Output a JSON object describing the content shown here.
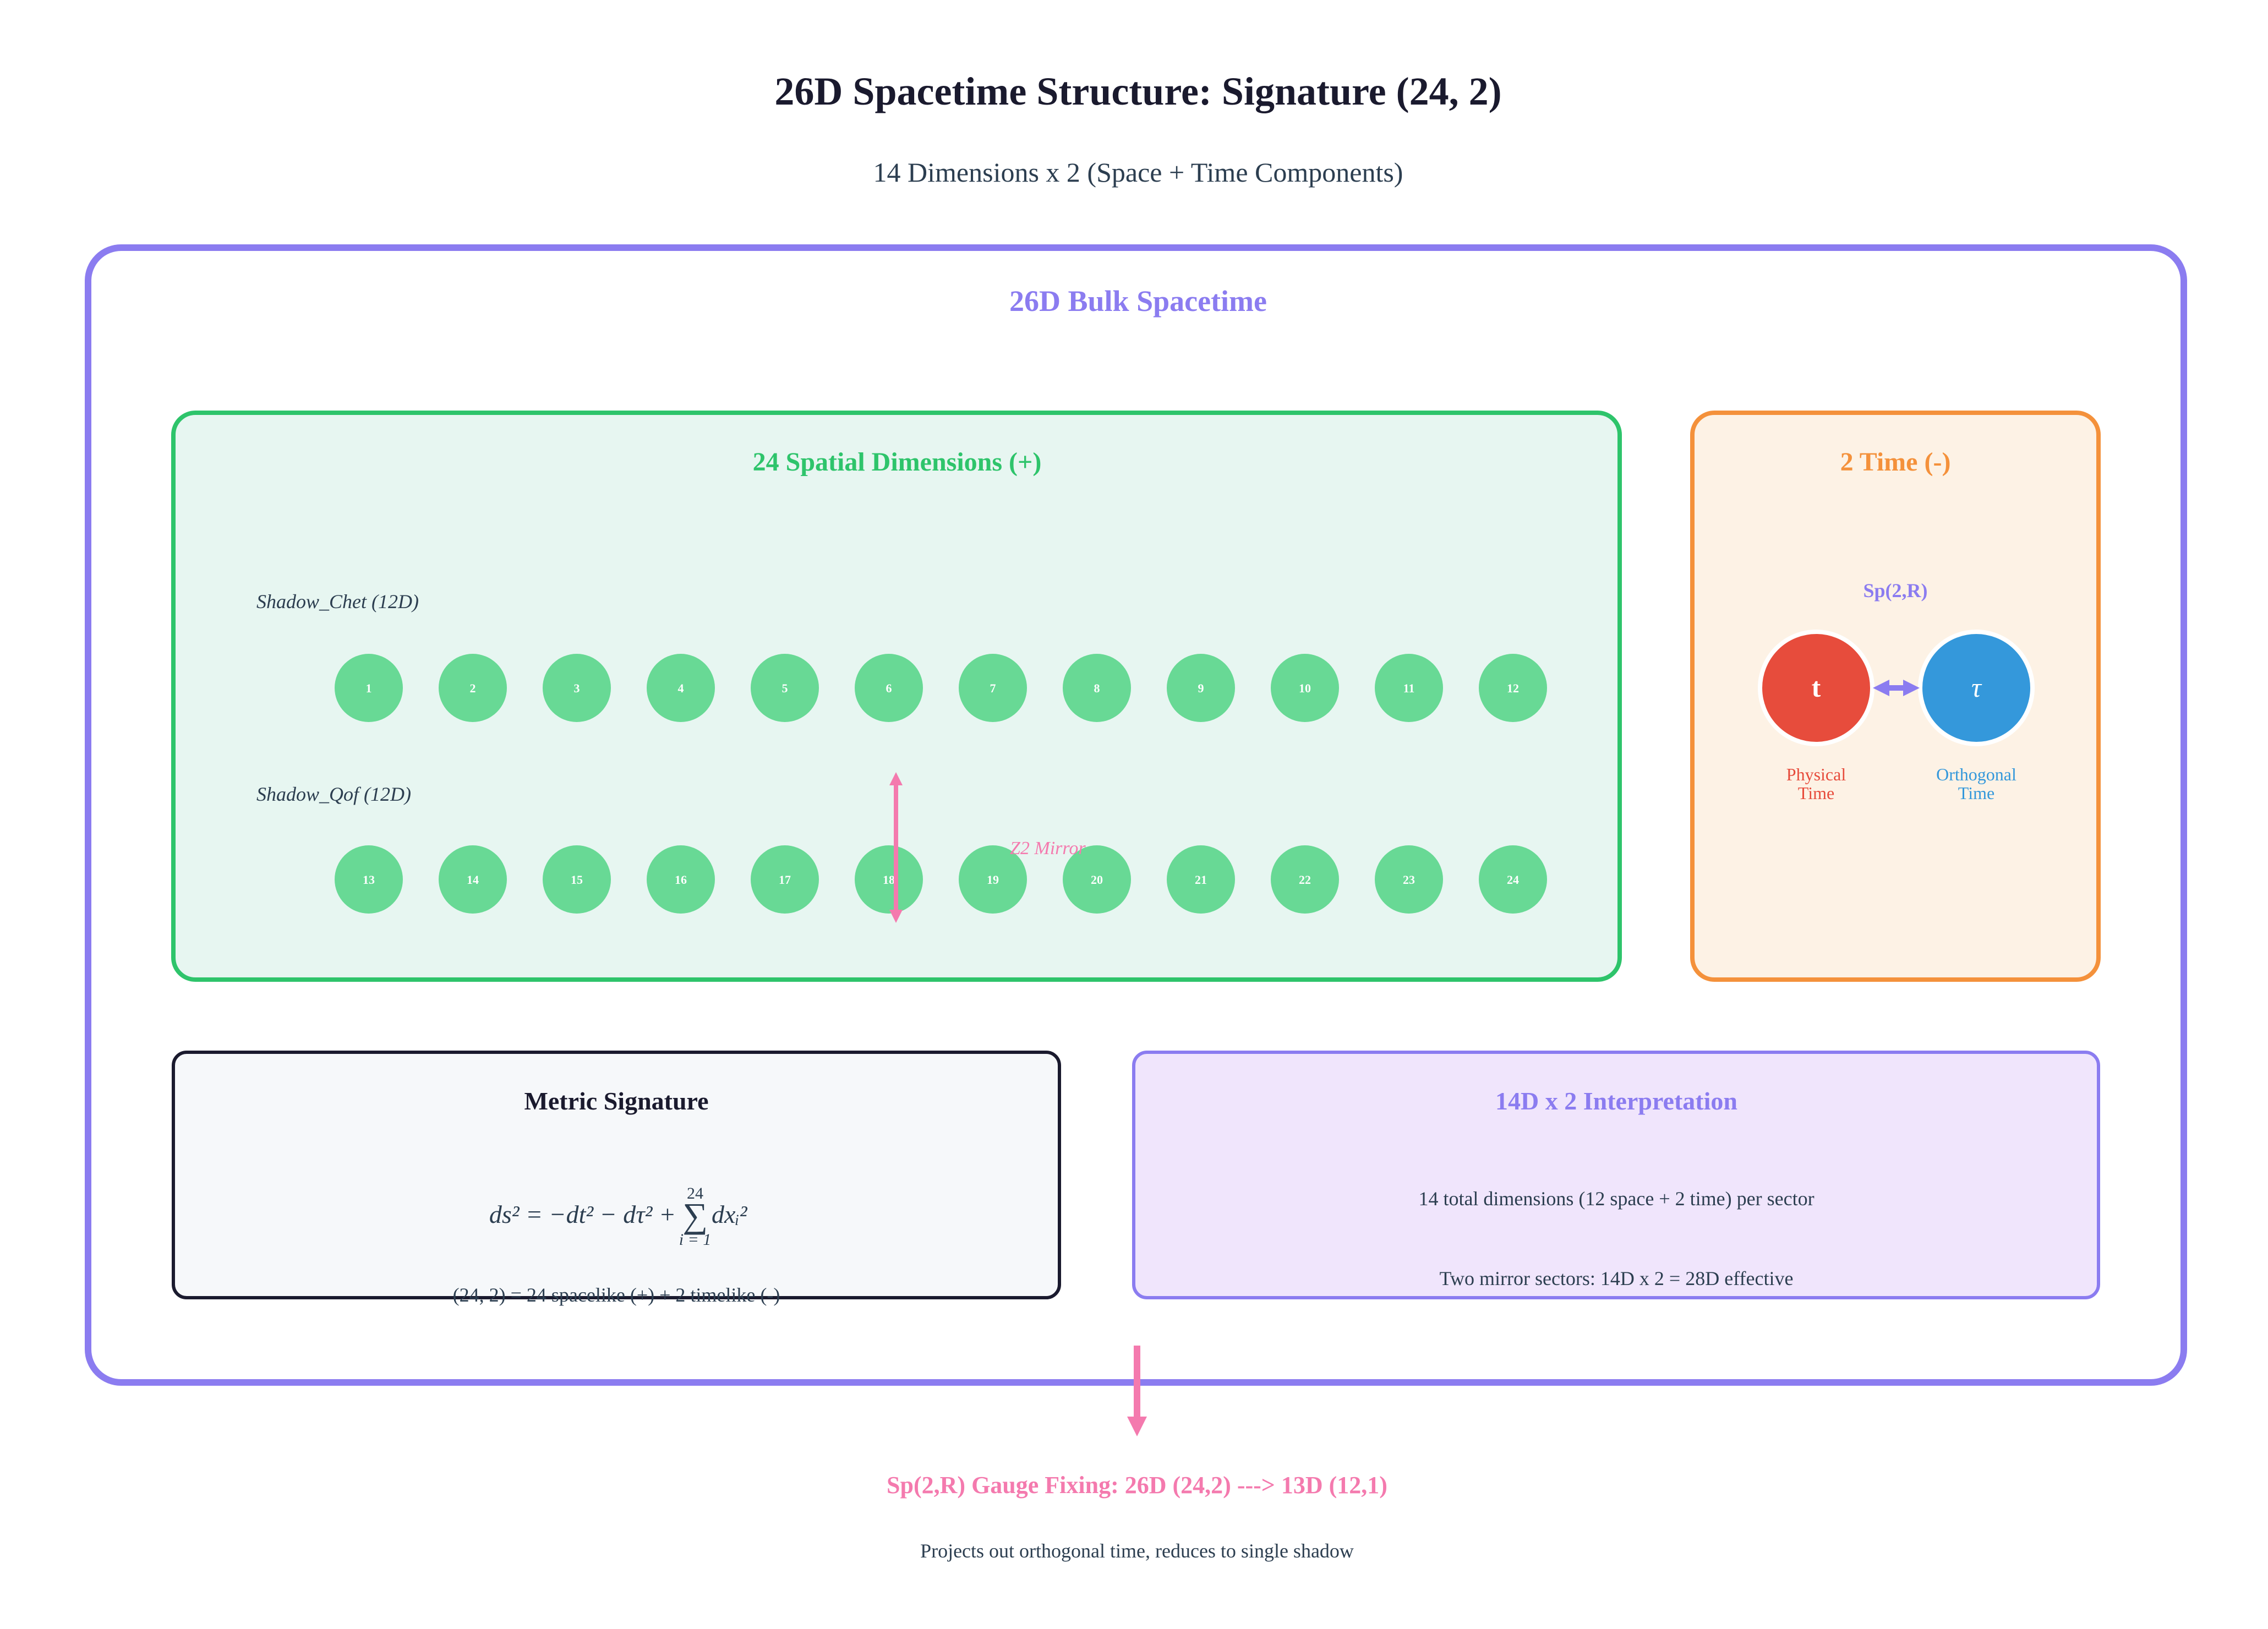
{
  "header": {
    "title": "26D Spacetime Structure: Signature (24, 2)",
    "subtitle": "14 Dimensions x 2 (Space + Time Components)"
  },
  "bulk": {
    "label": "26D Bulk Spacetime",
    "color": "#8b7cf0"
  },
  "spatial": {
    "title": "24 Spatial Dimensions (+)",
    "color": "#2ec46b",
    "fill": "#e7f6f1",
    "node_color": "#68d995",
    "rows": [
      {
        "label": "Shadow_Chet (12D)",
        "nodes": [
          "1",
          "2",
          "3",
          "4",
          "5",
          "6",
          "7",
          "8",
          "9",
          "10",
          "11",
          "12"
        ]
      },
      {
        "label": "Shadow_Qof (12D)",
        "nodes": [
          "13",
          "14",
          "15",
          "16",
          "17",
          "18",
          "19",
          "20",
          "21",
          "22",
          "23",
          "24"
        ]
      }
    ],
    "mirror_label": "Z2 Mirror",
    "mirror_color": "#f47aae"
  },
  "time": {
    "title": "2 Time (-)",
    "color": "#f4913b",
    "fill": "#fdf2e5",
    "group_label": "Sp(2,R)",
    "nodes": [
      {
        "symbol": "t",
        "label_line1": "Physical",
        "label_line2": "Time",
        "color": "#e74c3c"
      },
      {
        "symbol": "τ",
        "label_line1": "Orthogonal",
        "label_line2": "Time",
        "color": "#3498db"
      }
    ]
  },
  "metric": {
    "title": "Metric Signature",
    "formula_prefix": "ds² = −dt² − dτ² + ",
    "sum_upper": "24",
    "sum_lower": "i = 1",
    "sum_symbol": "∑",
    "summand": "dxᵢ²",
    "note": "(24, 2) = 24 spacelike (+) + 2 timelike (-)"
  },
  "interpretation": {
    "title": "14D x 2 Interpretation",
    "line1": "14 total dimensions (12 space + 2 time) per sector",
    "line2": "Two mirror sectors: 14D x 2 = 28D effective",
    "color": "#8b7cf0",
    "fill": "#f0e5fc"
  },
  "footer": {
    "gauge_text": "Sp(2,R) Gauge Fixing: 26D (24,2) ---> 13D (12,1)",
    "note": "Projects out orthogonal time, reduces to single shadow",
    "color": "#f47aae"
  }
}
